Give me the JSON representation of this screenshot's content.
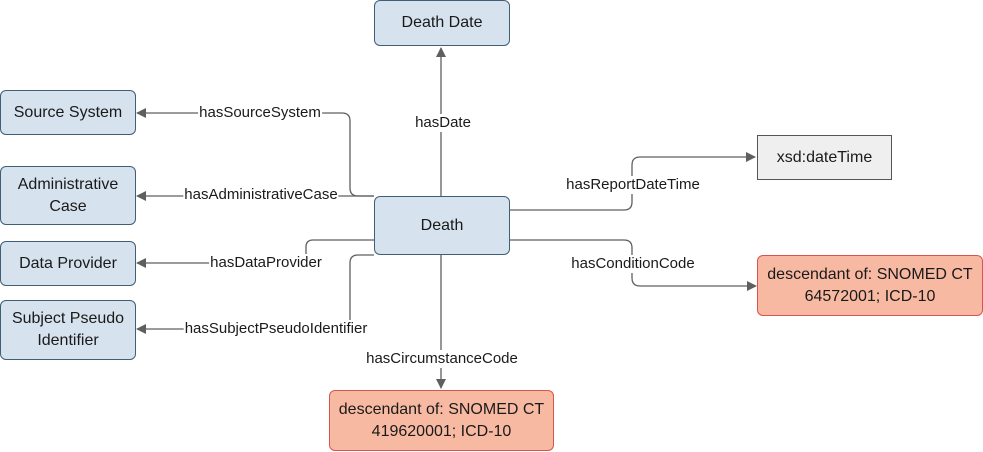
{
  "nodes": {
    "death": "Death",
    "death_date": "Death Date",
    "source_system": "Source System",
    "administrative_case": "Administrative Case",
    "data_provider": "Data Provider",
    "subject_pseudo_identifier": "Subject Pseudo Identifier",
    "xsd_datetime": "xsd:dateTime",
    "condition_code_target": "descendant of: SNOMED CT 64572001; ICD-10",
    "circumstance_code_target": "descendant of: SNOMED CT 419620001; ICD-10"
  },
  "edges": {
    "has_date": "hasDate",
    "has_source_system": "hasSourceSystem",
    "has_administrative_case": "hasAdministrativeCase",
    "has_data_provider": "hasDataProvider",
    "has_subject_pseudo_identifier": "hasSubjectPseudoIdentifier",
    "has_report_date_time": "hasReportDateTime",
    "has_condition_code": "hasConditionCode",
    "has_circumstance_code": "hasCircumstanceCode"
  }
}
